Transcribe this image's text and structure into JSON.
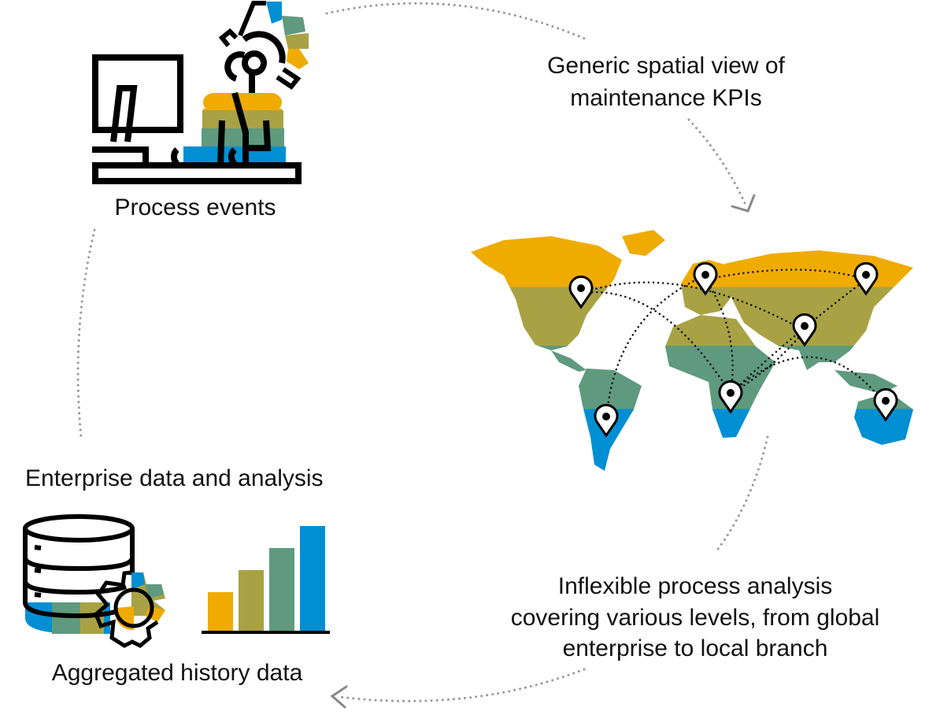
{
  "labels": {
    "process_events": "Process events",
    "spatial_view_line1": "Generic spatial view of",
    "spatial_view_line2": "maintenance KPIs",
    "enterprise_data": "Enterprise data and analysis",
    "aggregated_history": "Aggregated history data",
    "inflexible_line1": "Inflexible process analysis",
    "inflexible_line2": "covering various levels, from global",
    "inflexible_line3": "enterprise to local branch"
  },
  "colors": {
    "orange": "#f0ab00",
    "olive": "#a8a244",
    "teal": "#5f9a7e",
    "blue": "#008fd3",
    "ink": "#000000",
    "dotted": "#999999"
  },
  "icons": [
    "person-at-computer-icon",
    "gear-icon",
    "world-map-icon",
    "location-pin-icon",
    "database-icon",
    "bar-chart-icon",
    "arrow-icon"
  ]
}
